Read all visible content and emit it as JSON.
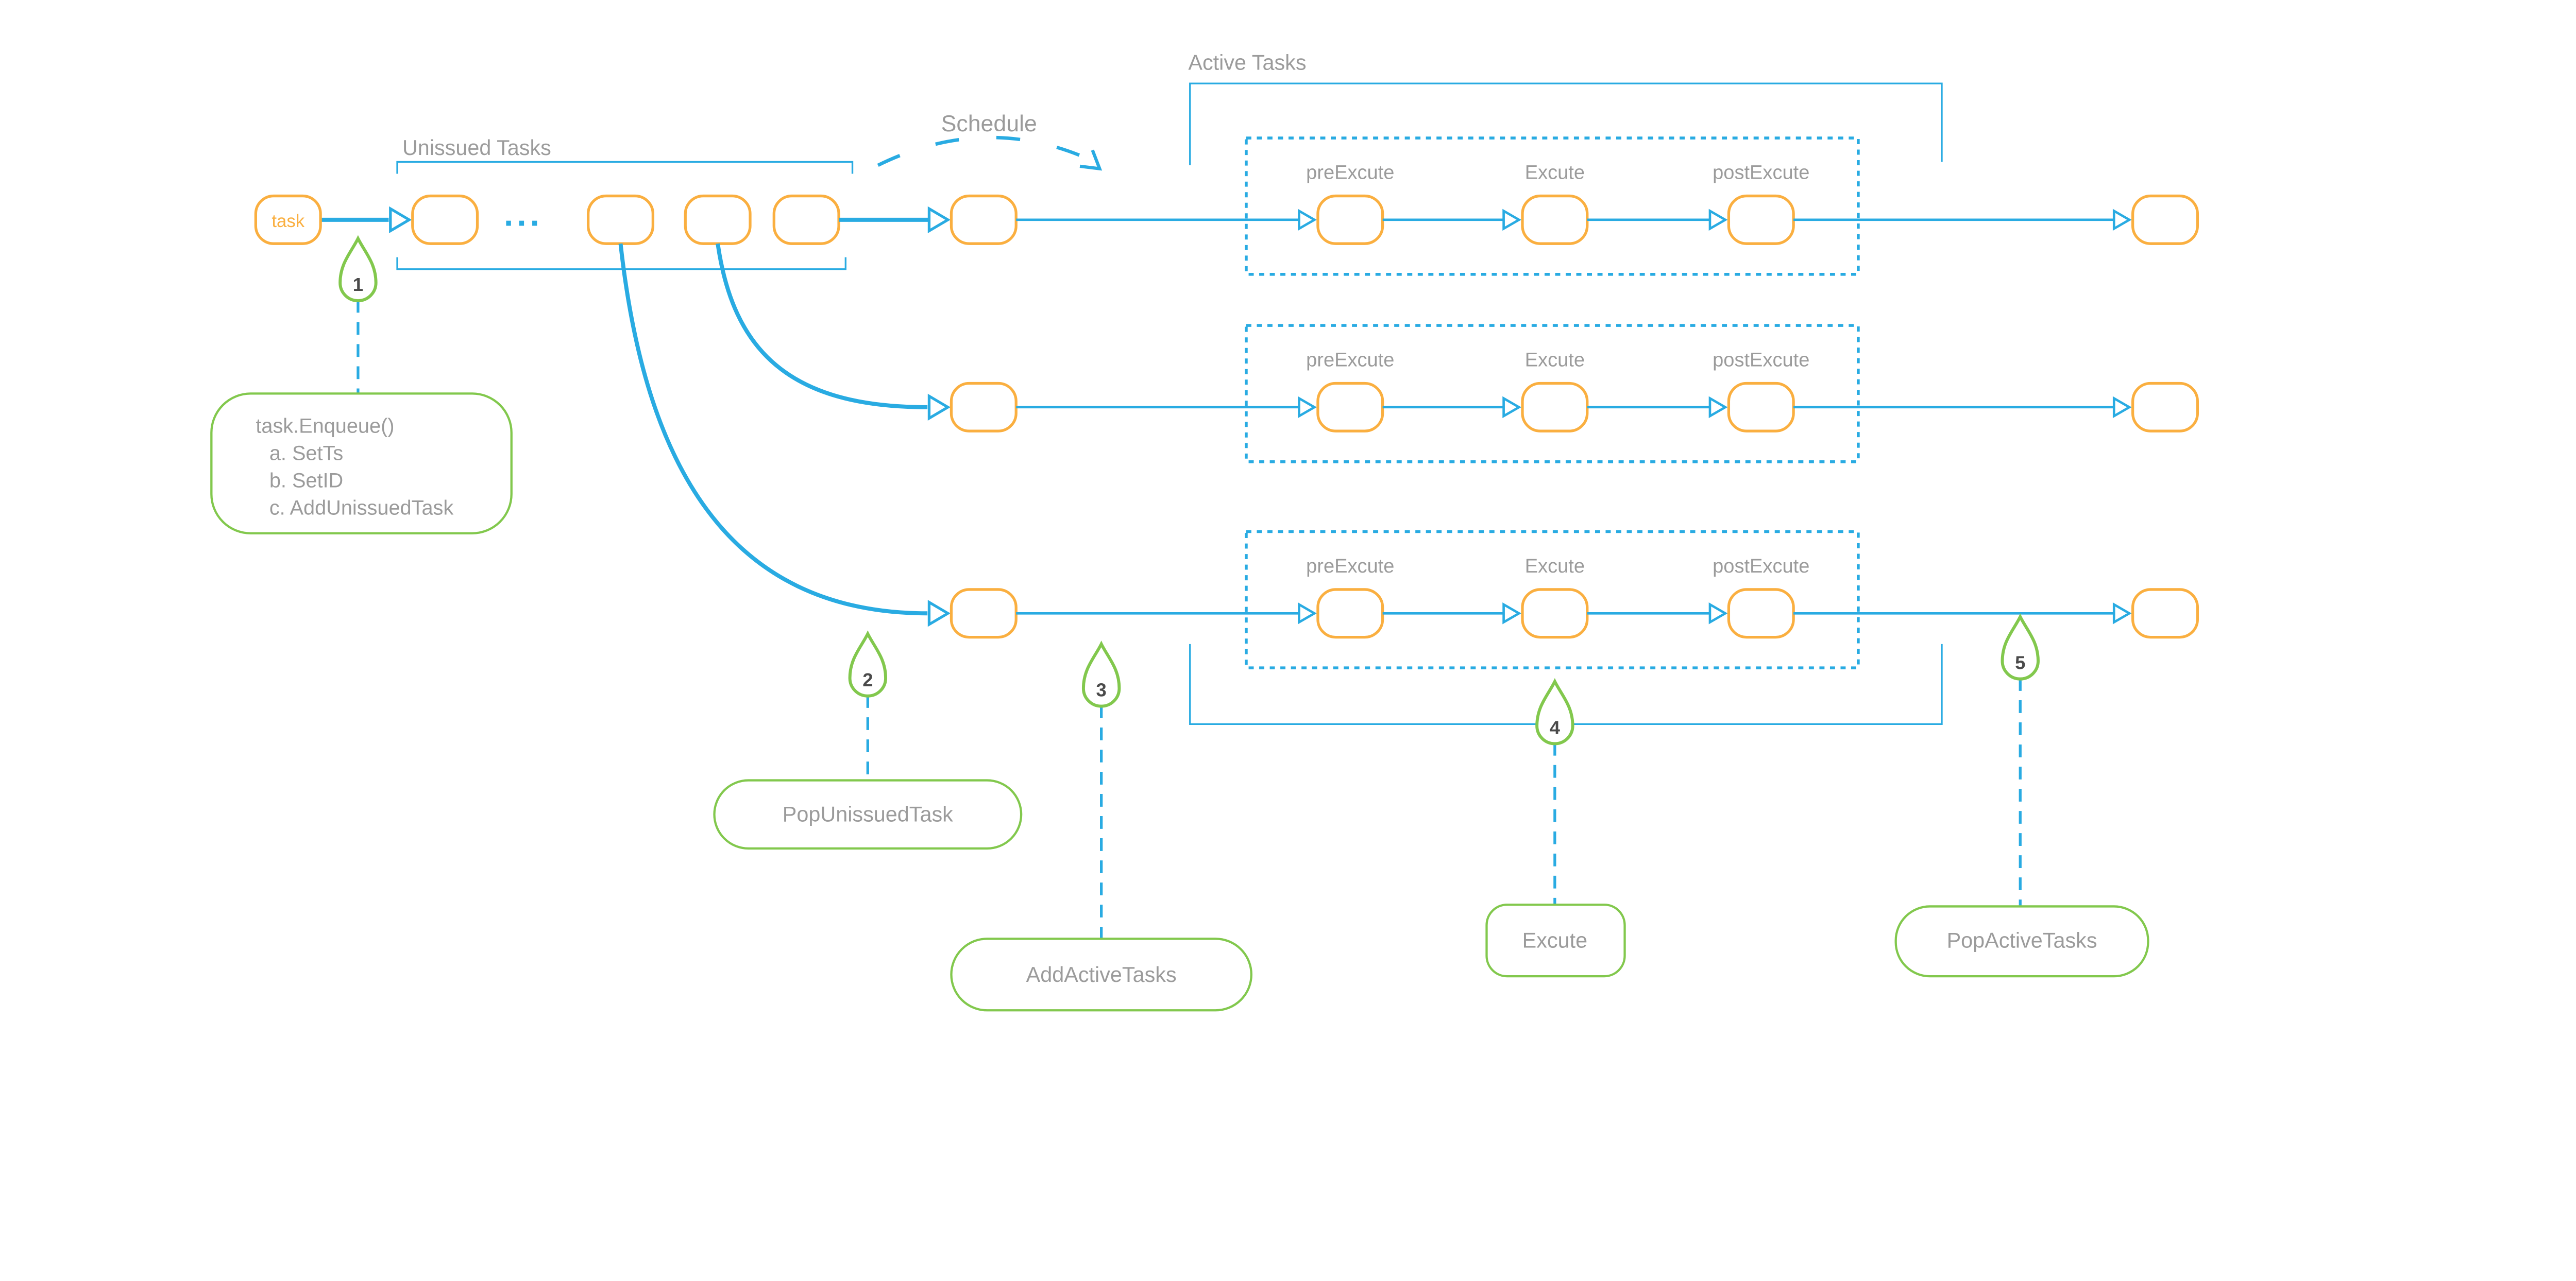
{
  "diagram": {
    "queue_section": {
      "label": "Unissued Tasks",
      "entry_node_label": "task",
      "ellipsis": "···"
    },
    "schedule": {
      "label": "Schedule"
    },
    "active_section": {
      "label": "Active Tasks",
      "phase_labels": [
        "preExcute",
        "Excute",
        "postExcute"
      ]
    },
    "markers": [
      {
        "number": "1",
        "lines": [
          "task.Enqueue()",
          "a. SetTs",
          "b. SetID",
          "c. AddUnissuedTask"
        ]
      },
      {
        "number": "2",
        "label": "PopUnissuedTask"
      },
      {
        "number": "3",
        "label": "AddActiveTasks"
      },
      {
        "number": "4",
        "label": "Excute"
      },
      {
        "number": "5",
        "label": "PopActiveTasks"
      }
    ],
    "colors": {
      "blue": "#29ABE2",
      "orange": "#FAAF40",
      "green": "#82C84D",
      "gray": "#9B9B9B",
      "dark": "#4A4A4A"
    }
  }
}
